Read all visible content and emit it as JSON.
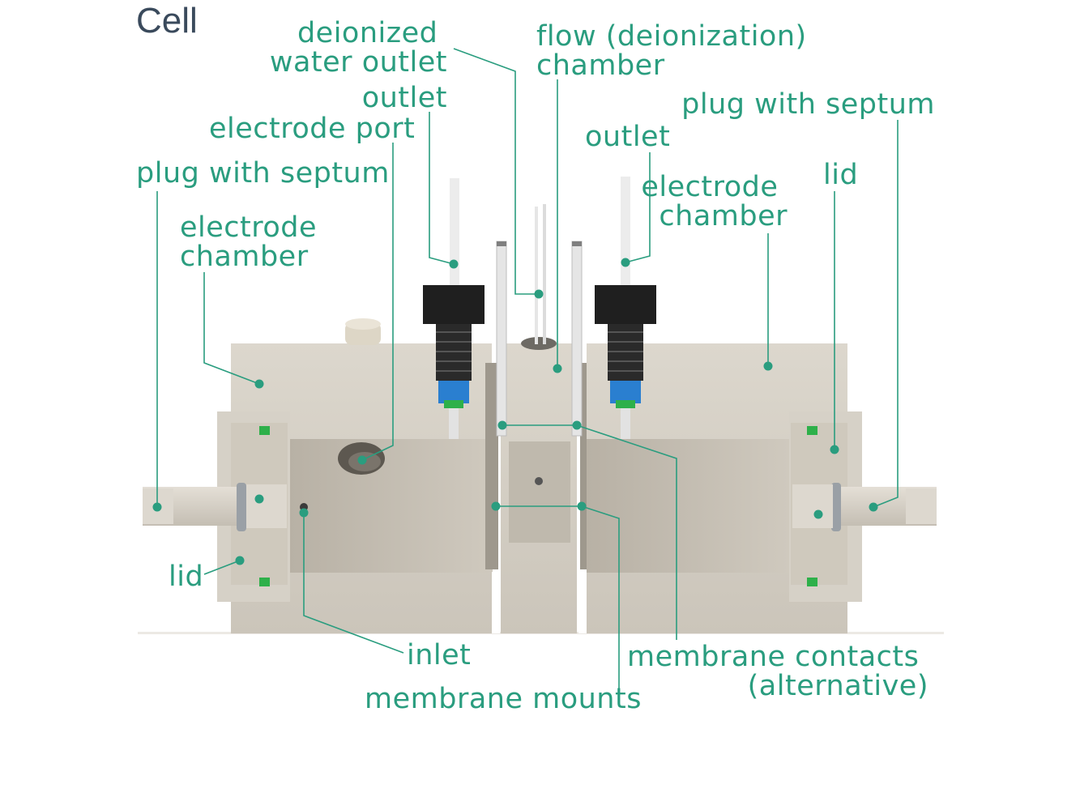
{
  "title": "Cell",
  "labels": {
    "deionized_water_outlet": [
      "deionized",
      "water outlet"
    ],
    "flow_chamber": [
      "flow (deionization)",
      "chamber"
    ],
    "outlet_left": "outlet",
    "electrode_port": "electrode port",
    "plug_septum_left": "plug with septum",
    "electrode_chamber_left": [
      "electrode",
      "chamber"
    ],
    "plug_septum_right": "plug with septum",
    "outlet_right": "outlet",
    "electrode_chamber_right": [
      "electrode",
      "chamber"
    ],
    "lid_right": "lid",
    "lid_left": "lid",
    "inlet": "inlet",
    "membrane_mounts": "membrane mounts",
    "membrane_contacts": [
      "membrane contacts",
      "(alternative)"
    ]
  },
  "colors": {
    "accent": "#2a9d7f",
    "title": "#3a4a5c",
    "body": "#d4cfc5",
    "body_dark": "#b9b3a8",
    "cap": "#1f1f1f",
    "seal_green": "#2eb04a",
    "fitting_blue": "#2a7fd0"
  }
}
